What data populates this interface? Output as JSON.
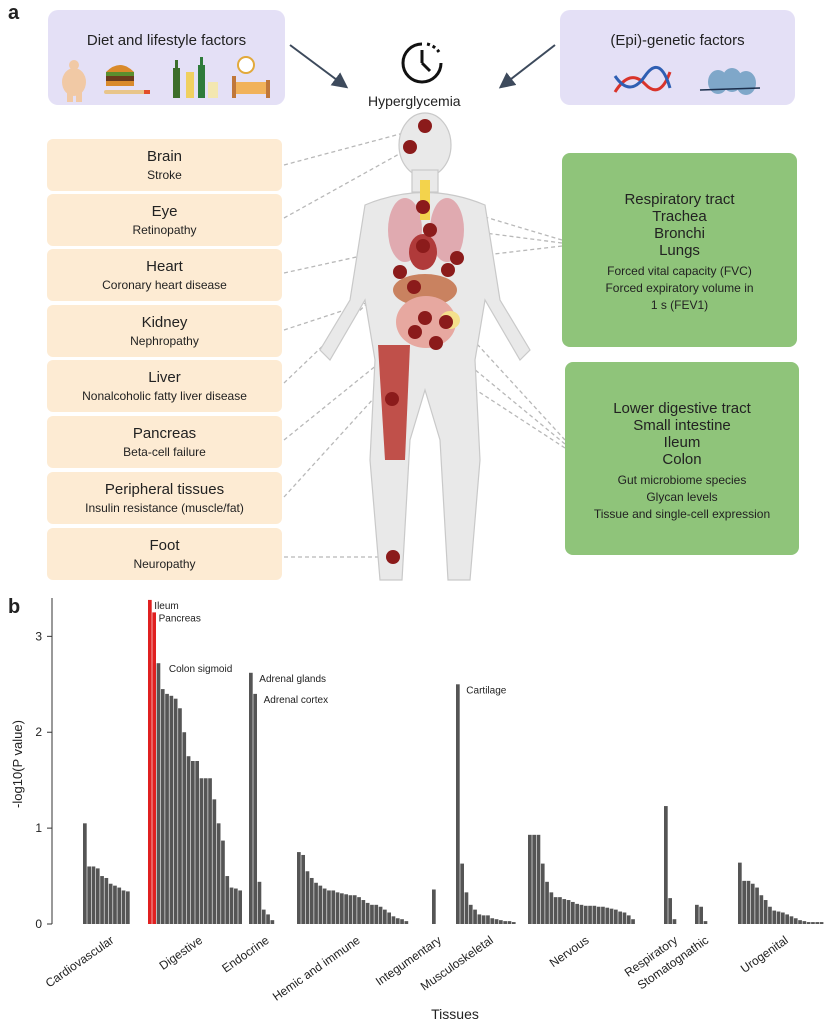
{
  "panel_a": {
    "letter": "a",
    "diet_box": {
      "title": "Diet and lifestyle factors"
    },
    "genetic_box": {
      "title": "(Epi)-genetic factors"
    },
    "center_label": "Hyperglycemia",
    "organs": [
      {
        "name": "Brain",
        "disease": "Stroke"
      },
      {
        "name": "Eye",
        "disease": "Retinopathy"
      },
      {
        "name": "Heart",
        "disease": "Coronary heart disease"
      },
      {
        "name": "Kidney",
        "disease": "Nephropathy"
      },
      {
        "name": "Liver",
        "disease": "Nonalcoholic fatty liver disease"
      },
      {
        "name": "Pancreas",
        "disease": "Beta-cell failure"
      },
      {
        "name": "Peripheral tissues",
        "disease": "Insulin resistance (muscle/fat)"
      },
      {
        "name": "Foot",
        "disease": "Neuropathy"
      }
    ],
    "respiratory_box": {
      "lines_big": [
        "Respiratory tract",
        "Trachea",
        "Bronchi",
        "Lungs"
      ],
      "lines_small": [
        "Forced vital capacity (FVC)",
        "Forced expiratory volume in",
        "1 s (FEV1)"
      ]
    },
    "digestive_box": {
      "lines_big": [
        "Lower digestive tract",
        "Small intestine",
        "Ileum",
        "Colon"
      ],
      "lines_small": [
        "Gut microbiome species",
        "Glycan levels",
        "Tissue and single-cell expression"
      ]
    },
    "colors": {
      "factor_box": "#e4e0f6",
      "organ_box": "#fdebd3",
      "green_box": "#8fc47a",
      "marker": "#8b1b1b"
    }
  },
  "panel_b": {
    "letter": "b",
    "chart_data": {
      "type": "bar",
      "xlabel": "Tissues",
      "ylabel": "-log10(P value)",
      "ylim": [
        0,
        3.4
      ],
      "yticks": [
        0,
        1,
        2,
        3
      ],
      "highlight_color": "#e02020",
      "bar_color": "#555555",
      "groups": [
        {
          "name": "Cardiovascular",
          "values": [
            1.05,
            0.6,
            0.6,
            0.58,
            0.5,
            0.48,
            0.42,
            0.4,
            0.38,
            0.35,
            0.34
          ]
        },
        {
          "name": "Digestive",
          "values": [
            3.38,
            3.25,
            2.72,
            2.45,
            2.4,
            2.38,
            2.35,
            2.25,
            2.0,
            1.75,
            1.7,
            1.7,
            1.52,
            1.52,
            1.52,
            1.3,
            1.05,
            0.87,
            0.5,
            0.38,
            0.37,
            0.35
          ],
          "highlight": [
            0,
            1
          ]
        },
        {
          "name": "Endocrine",
          "values": [
            2.62,
            2.4,
            0.44,
            0.15,
            0.1,
            0.04
          ]
        },
        {
          "name": "Hemic and immune",
          "values": [
            0.75,
            0.72,
            0.55,
            0.48,
            0.43,
            0.4,
            0.37,
            0.35,
            0.35,
            0.33,
            0.32,
            0.31,
            0.3,
            0.3,
            0.28,
            0.25,
            0.22,
            0.2,
            0.2,
            0.18,
            0.15,
            0.12,
            0.08,
            0.06,
            0.05,
            0.03
          ]
        },
        {
          "name": "Integumentary",
          "values": [
            0.36
          ]
        },
        {
          "name": "Musculoskeletal",
          "values": [
            2.5,
            0.63,
            0.33,
            0.2,
            0.15,
            0.1,
            0.09,
            0.09,
            0.06,
            0.05,
            0.04,
            0.03,
            0.03,
            0.02
          ]
        },
        {
          "name": "Nervous",
          "values": [
            0.93,
            0.93,
            0.93,
            0.63,
            0.44,
            0.33,
            0.28,
            0.28,
            0.26,
            0.25,
            0.23,
            0.21,
            0.2,
            0.19,
            0.19,
            0.19,
            0.18,
            0.18,
            0.17,
            0.16,
            0.15,
            0.13,
            0.12,
            0.09,
            0.05
          ]
        },
        {
          "name": "Respiratory",
          "values": [
            1.23,
            0.27,
            0.05
          ]
        },
        {
          "name": "Stomatognathic",
          "values": [
            0.2,
            0.18,
            0.03
          ]
        },
        {
          "name": "Urogenital",
          "values": [
            0.64,
            0.45,
            0.45,
            0.42,
            0.38,
            0.3,
            0.25,
            0.18,
            0.14,
            0.13,
            0.12,
            0.1,
            0.08,
            0.06,
            0.04,
            0.03,
            0.02,
            0.02,
            0.02,
            0.02
          ]
        }
      ],
      "annotations": [
        {
          "text": "Ileum",
          "group": 1,
          "bar": 0
        },
        {
          "text": "Pancreas",
          "group": 1,
          "bar": 1
        },
        {
          "text": "Colon sigmoid",
          "group": 1,
          "bar": 2
        },
        {
          "text": "Adrenal glands",
          "group": 2,
          "bar": 0
        },
        {
          "text": "Adrenal cortex",
          "group": 2,
          "bar": 1
        },
        {
          "text": "Cartilage",
          "group": 5,
          "bar": 0
        }
      ]
    }
  }
}
